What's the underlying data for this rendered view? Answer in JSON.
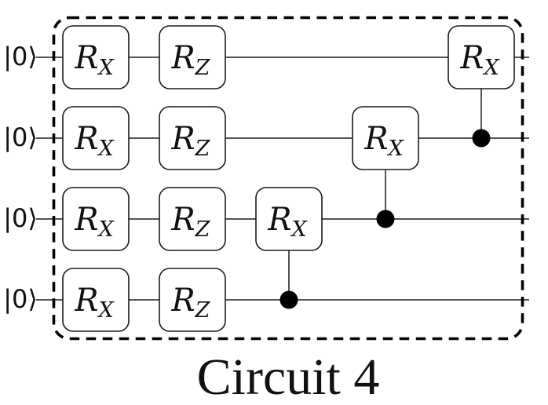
{
  "figure": {
    "caption": "Circuit 4",
    "background": "#ffffff"
  },
  "circuit": {
    "num_qubits": 4,
    "qubits": [
      {
        "label": "|0⟩"
      },
      {
        "label": "|0⟩"
      },
      {
        "label": "|0⟩"
      },
      {
        "label": "|0⟩"
      }
    ],
    "num_columns": 5,
    "gates": [
      {
        "wire": 0,
        "column": 0,
        "base": "R",
        "sub": "X"
      },
      {
        "wire": 1,
        "column": 0,
        "base": "R",
        "sub": "X"
      },
      {
        "wire": 2,
        "column": 0,
        "base": "R",
        "sub": "X"
      },
      {
        "wire": 3,
        "column": 0,
        "base": "R",
        "sub": "X"
      },
      {
        "wire": 0,
        "column": 1,
        "base": "R",
        "sub": "Z"
      },
      {
        "wire": 1,
        "column": 1,
        "base": "R",
        "sub": "Z"
      },
      {
        "wire": 2,
        "column": 1,
        "base": "R",
        "sub": "Z"
      },
      {
        "wire": 3,
        "column": 1,
        "base": "R",
        "sub": "Z"
      },
      {
        "wire": 2,
        "column": 2,
        "base": "R",
        "sub": "X",
        "control_wire": 3
      },
      {
        "wire": 1,
        "column": 3,
        "base": "R",
        "sub": "X",
        "control_wire": 2
      },
      {
        "wire": 0,
        "column": 4,
        "base": "R",
        "sub": "X",
        "control_wire": 1
      }
    ],
    "style": {
      "wire_color": "#1c1c1c",
      "gate_border_color": "#1c1c1c",
      "gate_fill": "#ffffff",
      "control_dot_color": "#000000",
      "boundary_color": "#000000",
      "text_color": "#111111"
    }
  }
}
